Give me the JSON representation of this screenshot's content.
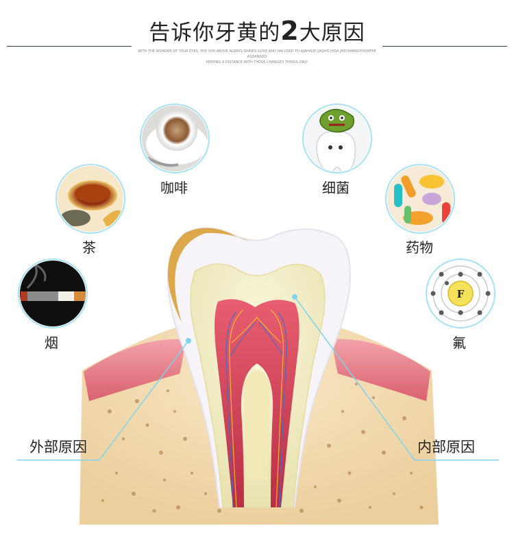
{
  "header": {
    "title_pre": "告诉你牙黄的",
    "title_num": "2",
    "title_post": "大原因",
    "subtitle_line1": "WITH THE WONDER OF YOUR EYES, THE SUN ABOVE ALWAYS SHINES ILOVE AND HAI USED TO AJAHADH JIASHO JHDA JHSYIAMWDFDSHFRE ASDANSDD",
    "subtitle_line2": "KEEPING A DISTANCE WITH THOSE CHANGED THINGS ONLY"
  },
  "items": {
    "coffee": "咖啡",
    "bacteria": "细菌",
    "tea": "茶",
    "medicine": "药物",
    "smoke": "烟",
    "fluorine": "氟"
  },
  "fluorine_symbol": "F",
  "causes": {
    "external": "外部原因",
    "internal": "内部原因"
  },
  "colors": {
    "accent_line": "#7fd3ec",
    "circle_border": "#a7e2f2",
    "gum": "#e77f8a",
    "bone": "#f3dcb3",
    "pulp": "#d8455a"
  }
}
